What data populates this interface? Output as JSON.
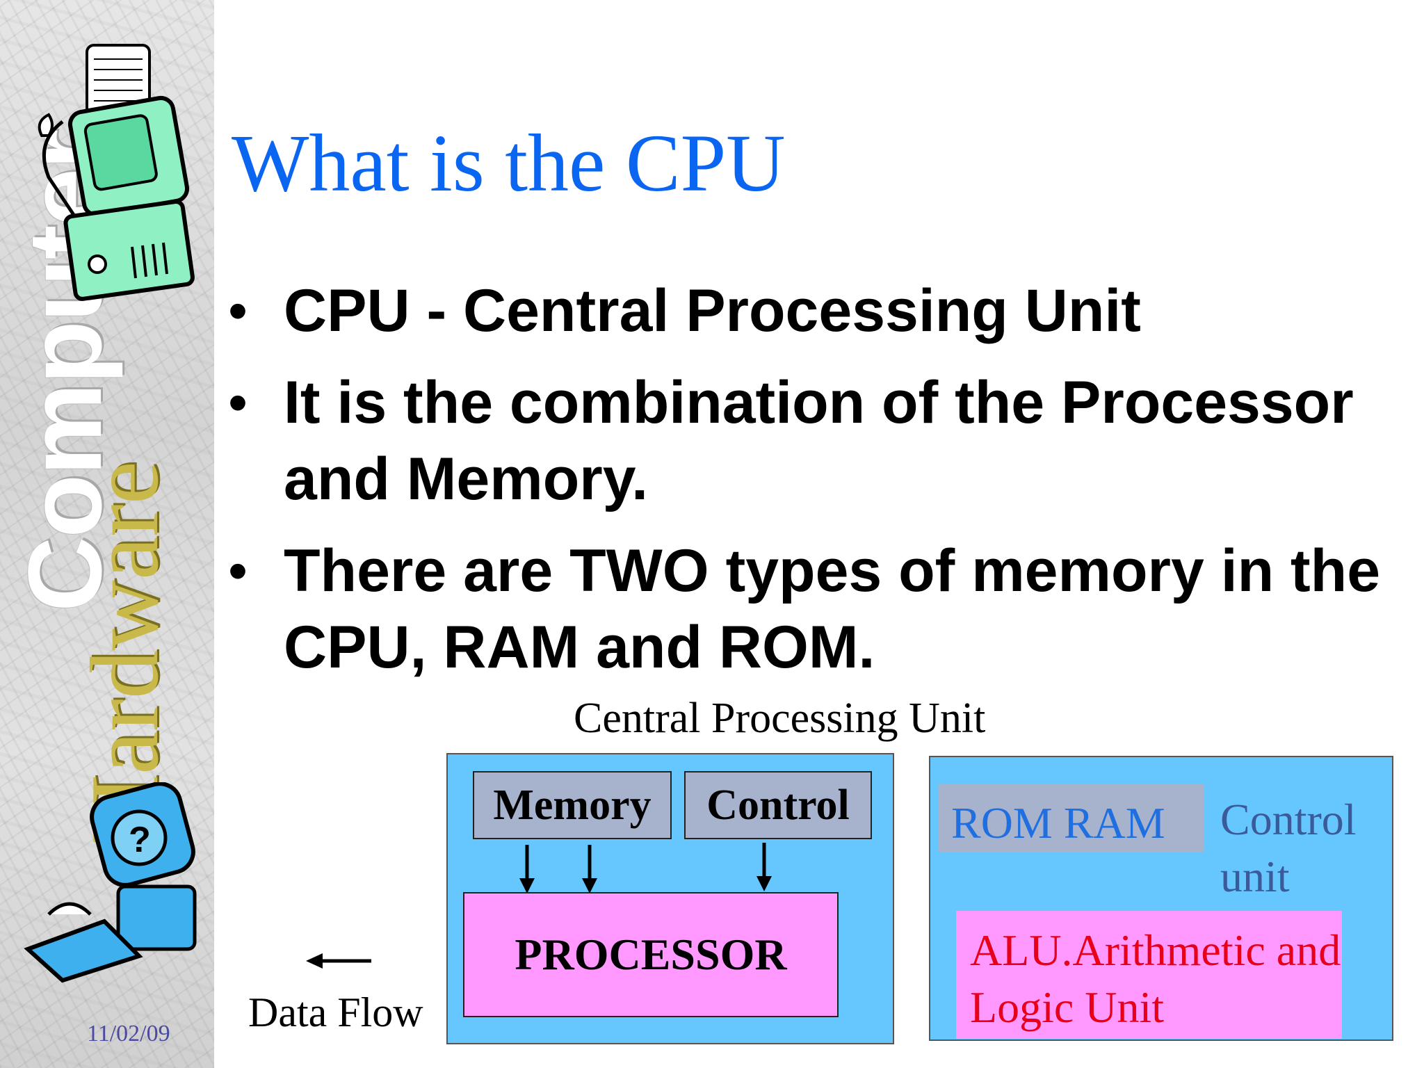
{
  "sidebar": {
    "vertical_word_1": "Computer",
    "vertical_word_2": "Hardware",
    "date": "11/02/09"
  },
  "slide": {
    "title": "What is the CPU",
    "bullets": [
      "CPU - Central Processing Unit",
      "It is the combination of the Processor and Memory.",
      "There are TWO types of memory in the CPU, RAM and ROM."
    ]
  },
  "diagram": {
    "caption": "Central Processing Unit",
    "memory_label": "Memory",
    "control_label": "Control",
    "processor_label": "PROCESSOR",
    "data_flow_label": "Data Flow",
    "rom_ram_label": "ROM RAM",
    "control_unit_label": "Control unit",
    "alu_label": "ALU.Arithmetic and Logic Unit"
  },
  "colors": {
    "title": "#0a66f0",
    "diagram_box": "#66c7ff",
    "memory_box": "#a7b2cc",
    "processor_box": "#ff99ff",
    "alu_text": "#e8001a",
    "rom_ram_text": "#1f6fe0",
    "hardware_text": "#c8b94a"
  }
}
